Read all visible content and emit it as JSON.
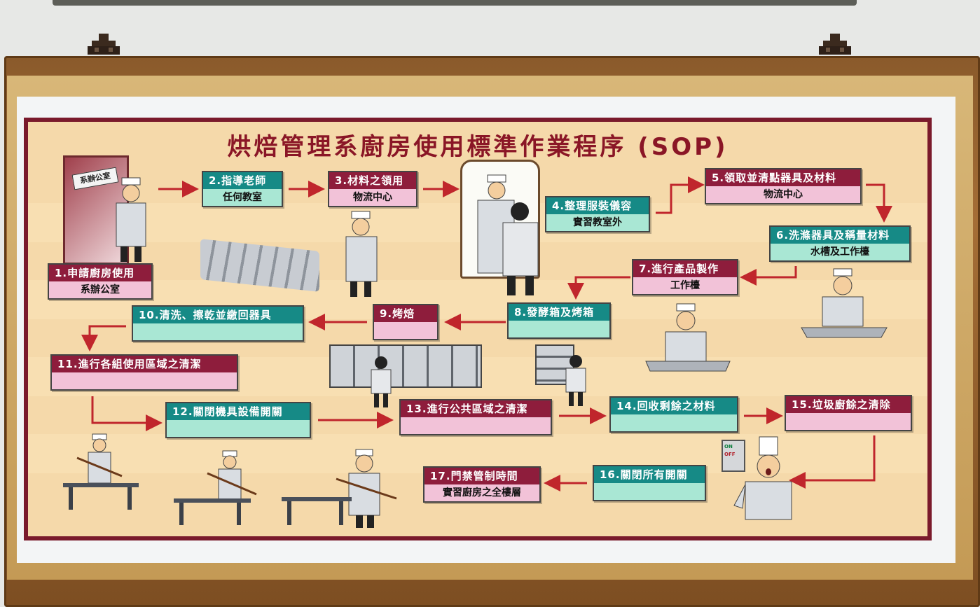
{
  "poster": {
    "title": "烘焙管理系廚房使用標準作業程序 (SOP)",
    "office_sign": "系辦公室",
    "steps": [
      {
        "head": "1.申請廚房使用",
        "body": "系辦公室"
      },
      {
        "head": "2.指導老師",
        "body": "任何教室"
      },
      {
        "head": "3.材料之領用",
        "body": "物流中心"
      },
      {
        "head": "4.整理服裝儀容",
        "body": "實習教室外"
      },
      {
        "head": "5.領取並清點器具及材料",
        "body": "物流中心"
      },
      {
        "head": "6.洗滌器具及稱量材料",
        "body": "水槽及工作檯"
      },
      {
        "head": "7.進行產品製作",
        "body": "工作檯"
      },
      {
        "head": "8.發酵箱及烤箱",
        "body": ""
      },
      {
        "head": "9.烤焙",
        "body": ""
      },
      {
        "head": "10.清洗、擦乾並繳回器具",
        "body": ""
      },
      {
        "head": "11.進行各組使用區域之清潔",
        "body": ""
      },
      {
        "head": "12.關閉機具設備開關",
        "body": ""
      },
      {
        "head": "13.進行公共區域之清潔",
        "body": ""
      },
      {
        "head": "14.回收剩餘之材料",
        "body": ""
      },
      {
        "head": "15.垃圾廚餘之清除",
        "body": ""
      },
      {
        "head": "16.關閉所有開關",
        "body": ""
      },
      {
        "head": "17.門禁管制時間",
        "body": "實習廚房之全樓層"
      }
    ],
    "switch_on": "ON",
    "switch_off": "OFF"
  },
  "colors": {
    "teal_header": "#168a86",
    "wine_header": "#8e1d3c",
    "mint_body": "#a9e7d4",
    "pink_body": "#f2c2d8",
    "arrow": "#c0262c",
    "board_border": "#7a1a2c",
    "board_bg": "#f5d9aa",
    "frame": "#8a5a2b"
  }
}
